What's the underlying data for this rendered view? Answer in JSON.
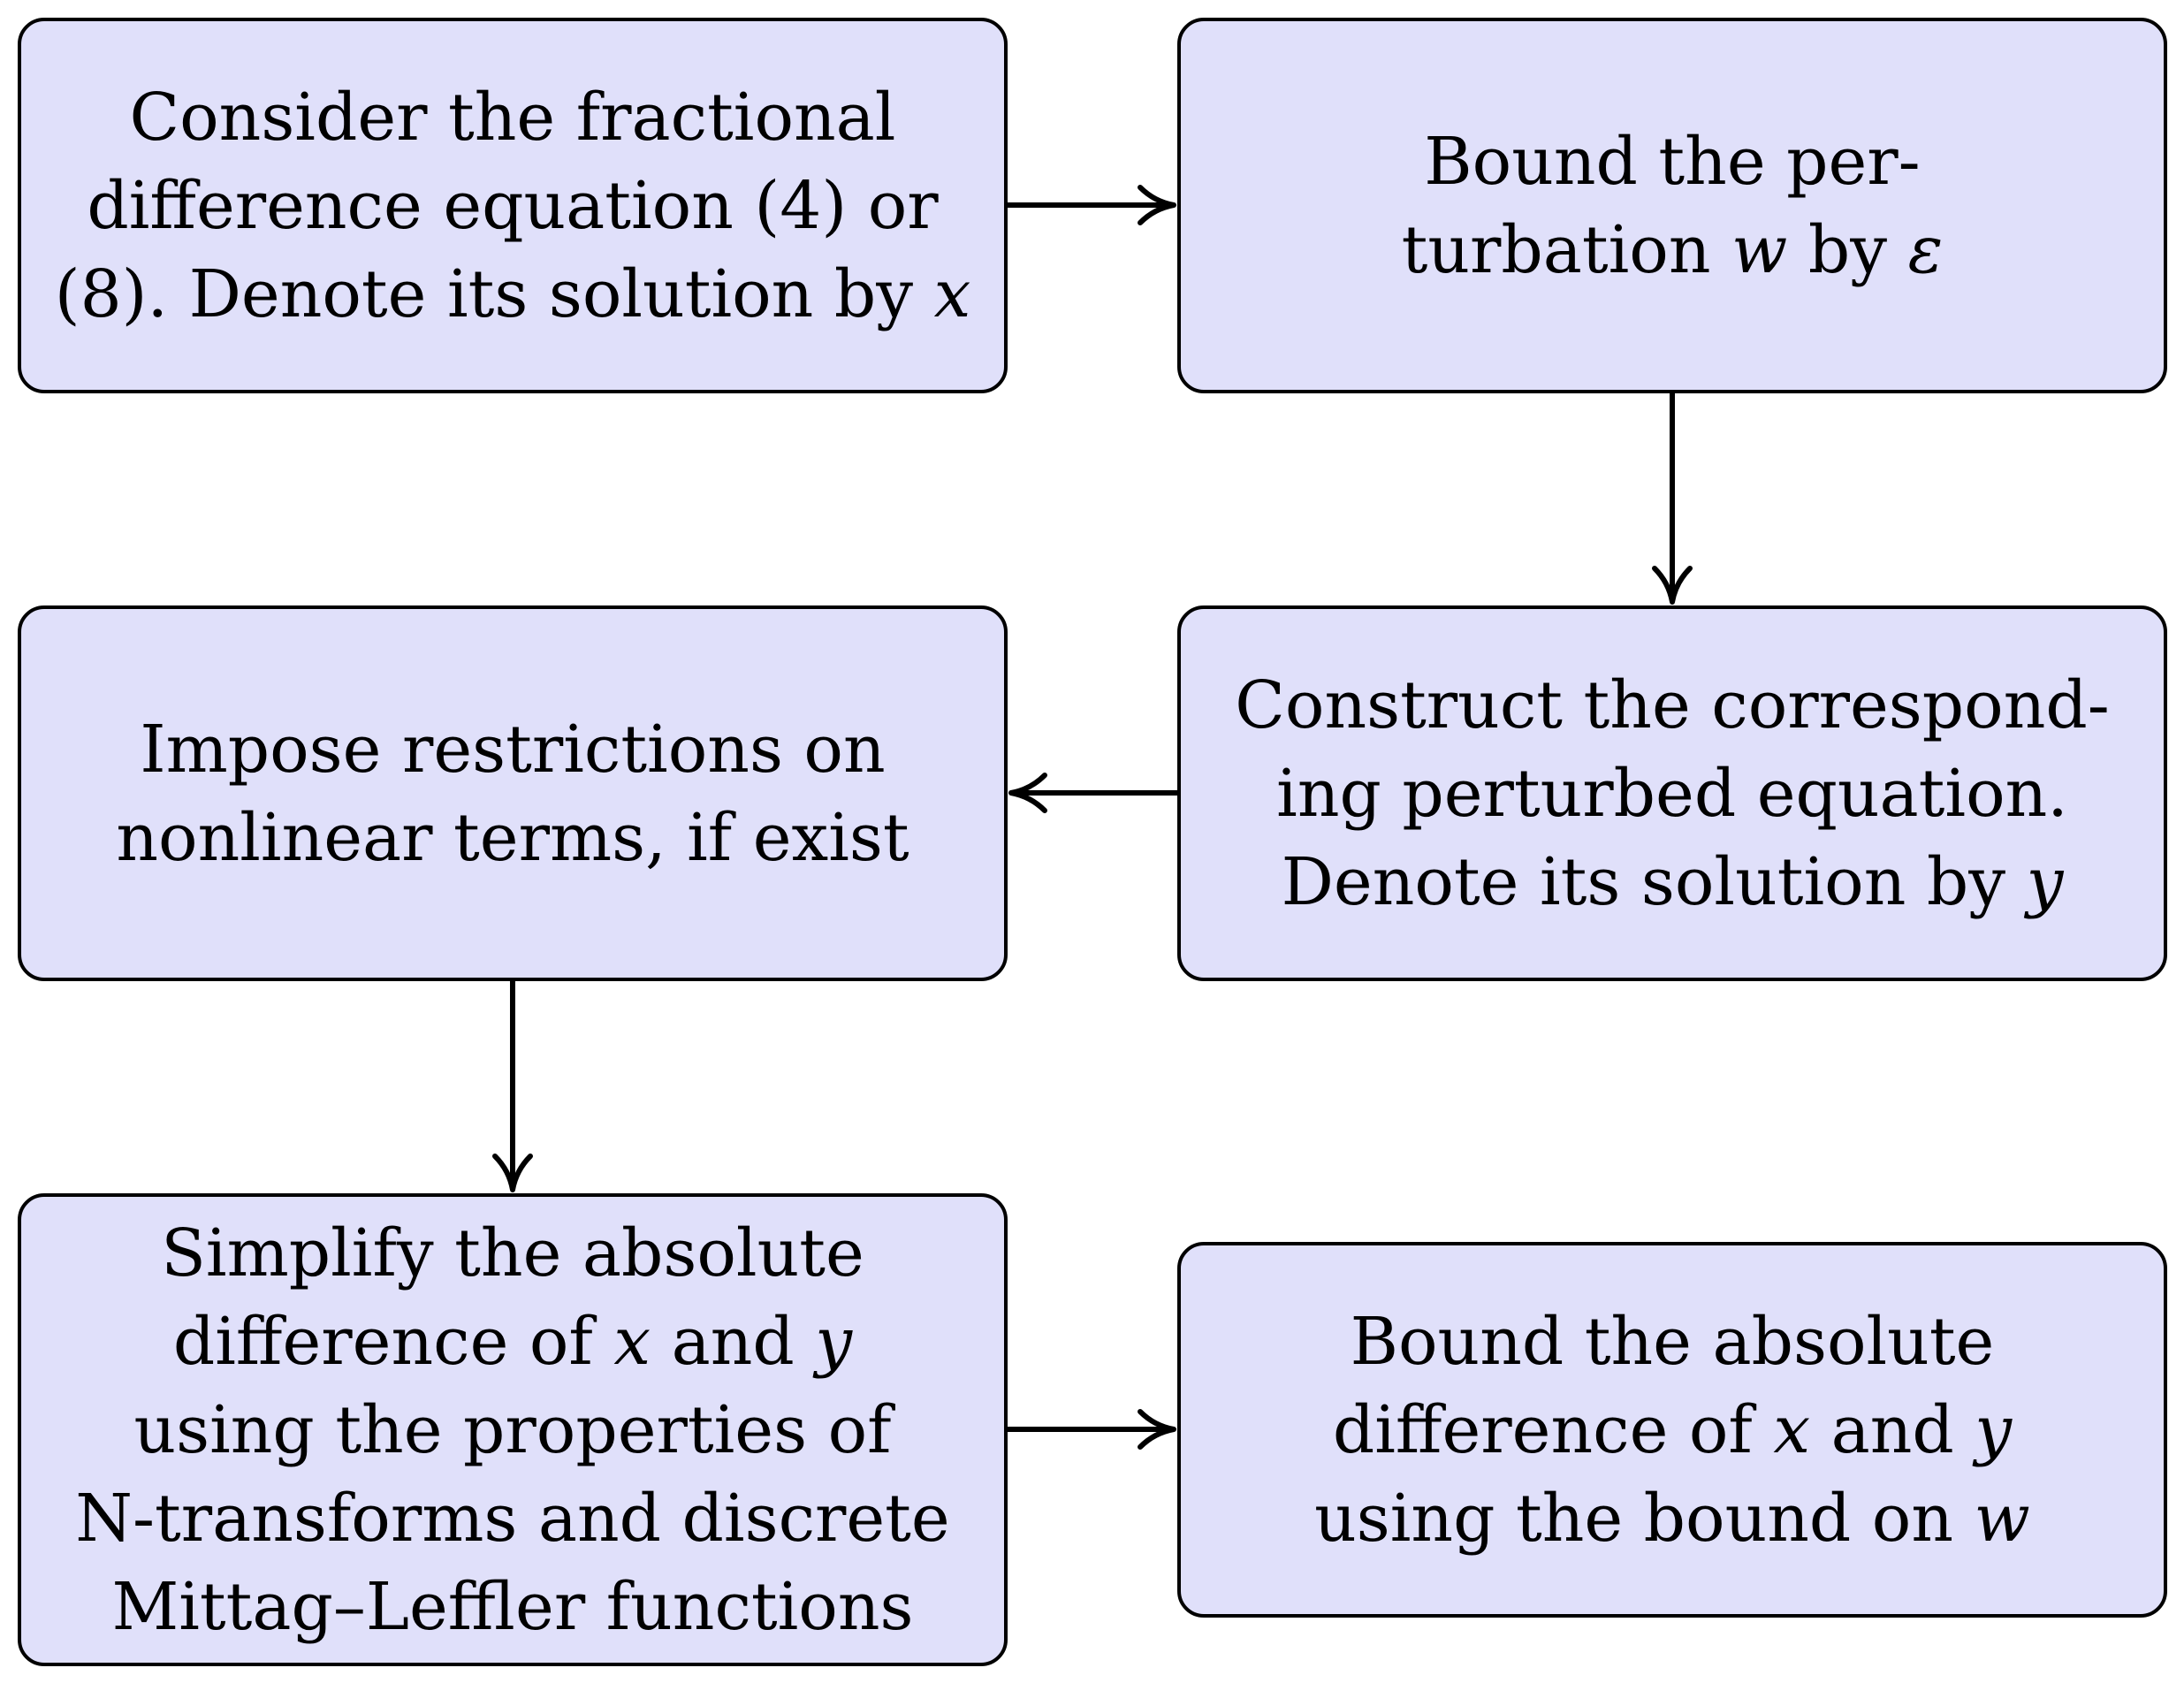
{
  "boxes": {
    "consider": {
      "lines": [
        [
          "Consider the fractional"
        ],
        [
          "difference equation (4) or"
        ],
        [
          "(8).  Denote its solution by ",
          {
            "var": "x"
          }
        ]
      ]
    },
    "bound_perturbation": {
      "lines": [
        [
          "Bound the per-"
        ],
        [
          "turbation ",
          {
            "var": "w"
          },
          " by ",
          {
            "var": "ε"
          }
        ]
      ]
    },
    "construct": {
      "lines": [
        [
          "Construct the correspond-"
        ],
        [
          "ing perturbed equation."
        ],
        [
          "Denote its solution by ",
          {
            "var": "y"
          }
        ]
      ]
    },
    "impose": {
      "lines": [
        [
          "Impose restrictions on"
        ],
        [
          "nonlinear terms, if exist"
        ]
      ]
    },
    "simplify": {
      "lines": [
        [
          "Simplify the absolute"
        ],
        [
          "difference of ",
          {
            "var": "x"
          },
          " and ",
          {
            "var": "y"
          }
        ],
        [
          "using the properties of"
        ],
        [
          "N-transforms and discrete"
        ],
        [
          "Mittag–Leffler functions"
        ]
      ]
    },
    "bound_difference": {
      "lines": [
        [
          "Bound the absolute"
        ],
        [
          "difference of ",
          {
            "var": "x"
          },
          " and ",
          {
            "var": "y"
          }
        ],
        [
          "using the bound on ",
          {
            "var": "w"
          }
        ]
      ]
    }
  },
  "colors": {
    "box_fill": "#e0e0fa",
    "stroke": "#000000"
  }
}
